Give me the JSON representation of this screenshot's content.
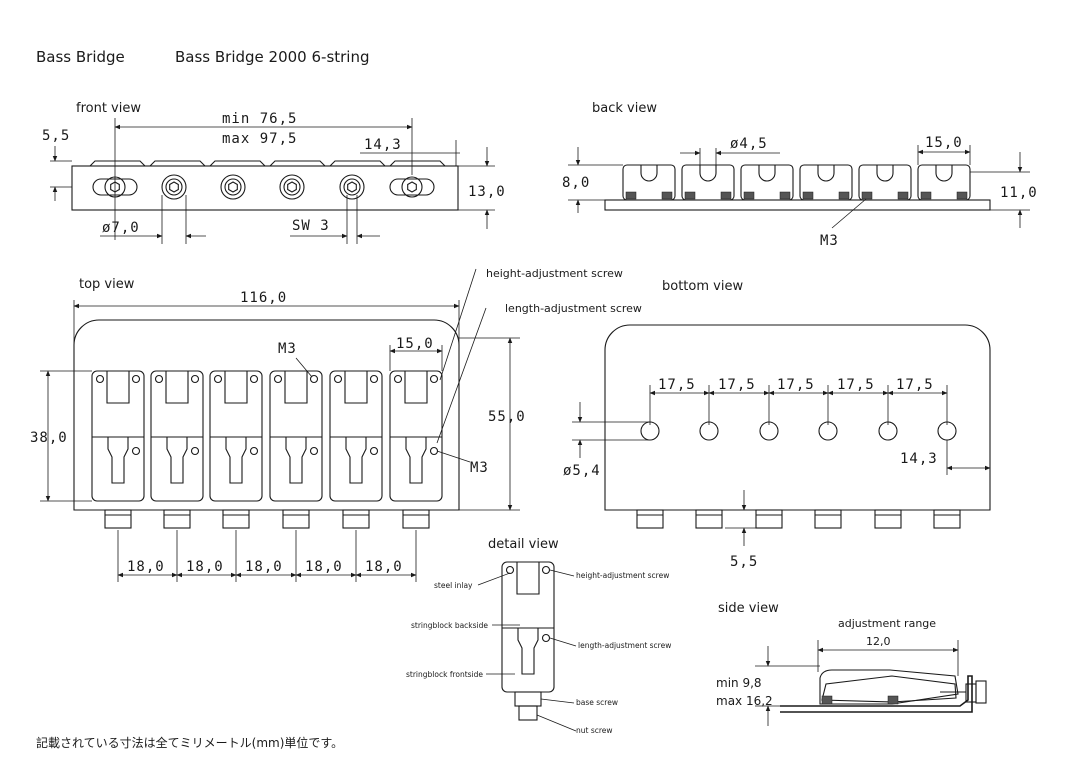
{
  "header": {
    "title": "Bass Bridge",
    "model": "Bass Bridge 2000 6-string"
  },
  "front_view": {
    "title": "front view",
    "dim_left_height": "5,5",
    "dim_min_width": "min 76,5",
    "dim_max_width": "max 97,5",
    "dim_spacing": "14,3",
    "dim_height": "13,0",
    "dim_diameter": "ø7,0",
    "dim_sw": "SW 3"
  },
  "back_view": {
    "title": "back view",
    "dim_diameter": "ø4,5",
    "dim_width": "15,0",
    "dim_height_left": "8,0",
    "dim_height_right": "11,0",
    "thread": "M3"
  },
  "top_view": {
    "title": "top view",
    "dim_total_width": "116,0",
    "dim_block_width": "15,0",
    "dim_height": "38,0",
    "dim_depth": "55,0",
    "thread_top": "M3",
    "thread_side": "M3",
    "label_height_screw": "height-adjustment screw",
    "label_length_screw": "length-adjustment screw",
    "string_spacing": [
      "18,0",
      "18,0",
      "18,0",
      "18,0",
      "18,0"
    ]
  },
  "bottom_view": {
    "title": "bottom view",
    "hole_spacing": [
      "17,5",
      "17,5",
      "17,5",
      "17,5",
      "17,5"
    ],
    "dim_diameter": "ø5,4",
    "dim_edge": "14,3",
    "dim_bottom": "5,5"
  },
  "detail_view": {
    "title": "detail view",
    "label_steel_inlay": "steel inlay",
    "label_backside": "stringblock backside",
    "label_frontside": "stringblock frontside",
    "label_height_screw": "height-adjustment screw",
    "label_length_screw": "length-adjustment screw",
    "label_base_screw": "base screw",
    "label_nut_screw": "nut screw"
  },
  "side_view": {
    "title": "side view",
    "adjustment_label": "adjustment range",
    "adjustment_value": "12,0",
    "min_height": "min 9,8",
    "max_height": "max 16,2"
  },
  "footer": {
    "note": "記載されている寸法は全てミリメートル(mm)単位です。"
  }
}
